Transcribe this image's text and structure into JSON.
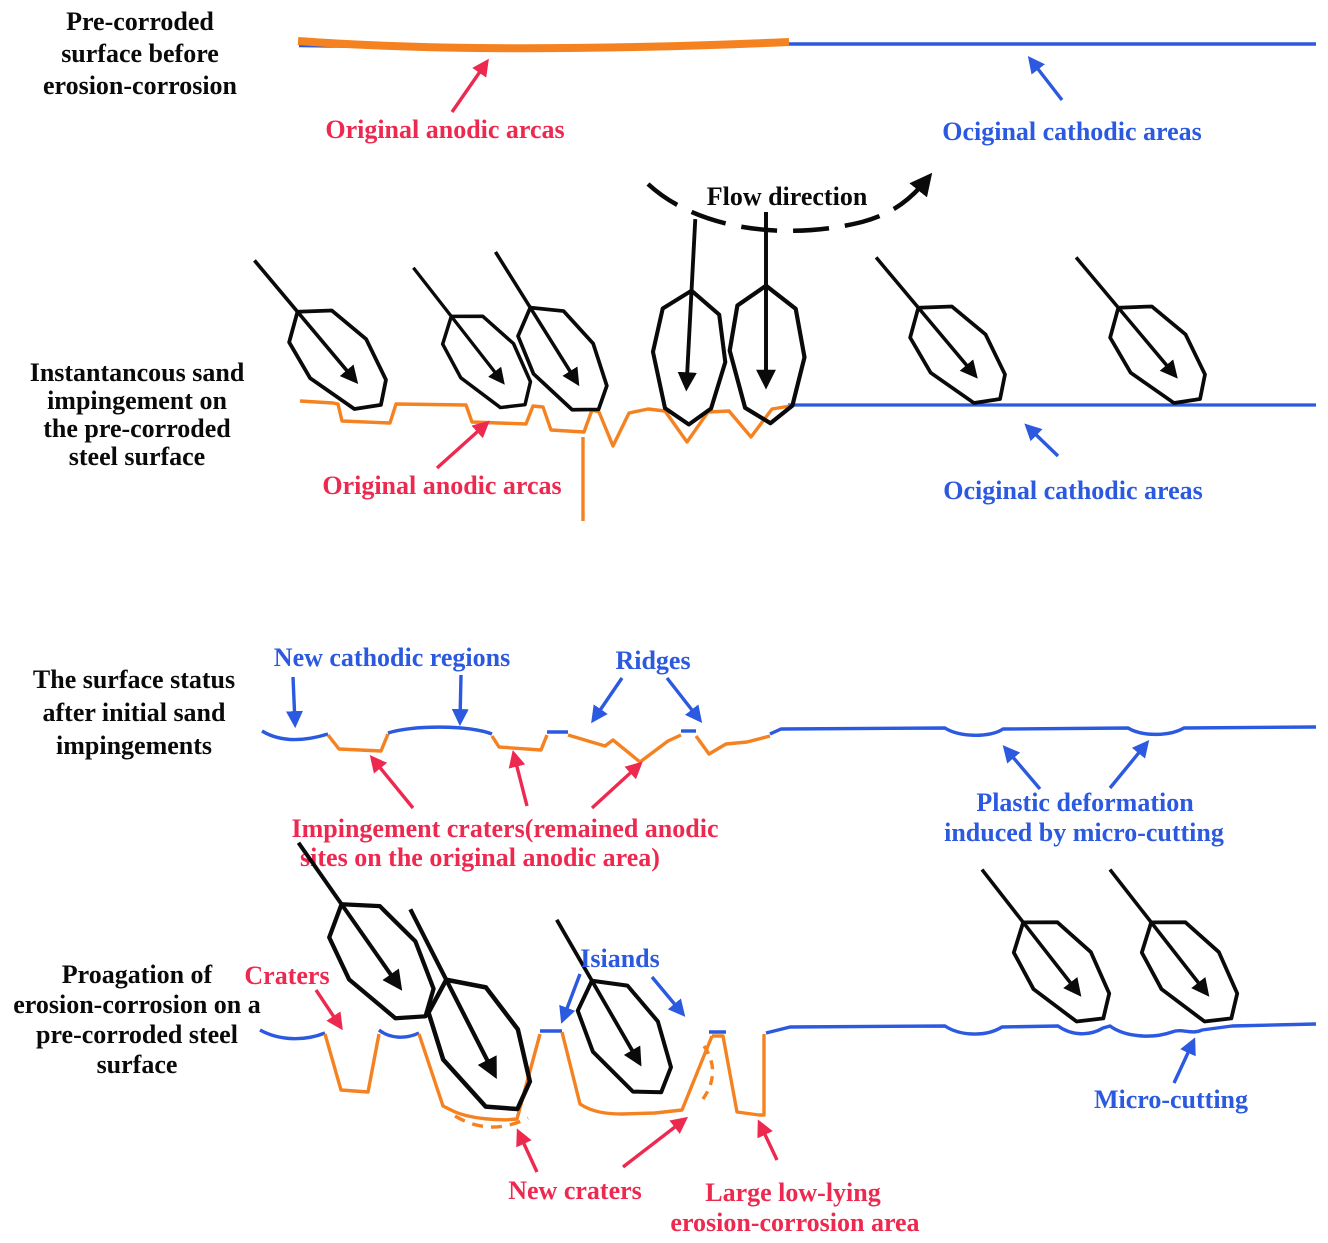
{
  "diagram": {
    "section1": {
      "title_lines": [
        "Pre-corroded",
        "surface before",
        "erosion-corrosion"
      ],
      "anodic_label": "Original anodic arcas",
      "cathodic_label": "Ociginal cathodic areas"
    },
    "flow": {
      "label": "Flow direction"
    },
    "section2": {
      "title_lines": [
        "Instantancous sand",
        "impingement on",
        "the pre-corroded",
        "steel surface"
      ],
      "anodic_label": "Original anodic arcas",
      "cathodic_label": "Ociginal cathodic areas"
    },
    "section3": {
      "title_lines": [
        "The surface status",
        "after initial sand",
        "impingements"
      ],
      "new_cathodic_label": "New cathodic regions",
      "ridges_label": "Ridges",
      "impingement_lines": [
        "Impingement craters(remained anodic",
        "sites on the original anodic area)"
      ],
      "plastic_lines": [
        "Plastic deformation",
        "induced by micro-cutting"
      ]
    },
    "section4": {
      "title_lines": [
        "Proagation of",
        "erosion-corrosion on a",
        "pre-corroded steel",
        "surface"
      ],
      "craters_label": "Craters",
      "islands_label": "Isiands",
      "new_craters_label": "New craters",
      "low_lying_lines": [
        "Large low-lying",
        "erosion-corrosion area"
      ],
      "micro_cutting_label": "Micro-cutting"
    },
    "colors": {
      "anodic_orange": "#F58221",
      "cathodic_blue": "#2B59E0",
      "annotation_red": "#EE2950",
      "particle_black": "#0A0A0A"
    }
  }
}
